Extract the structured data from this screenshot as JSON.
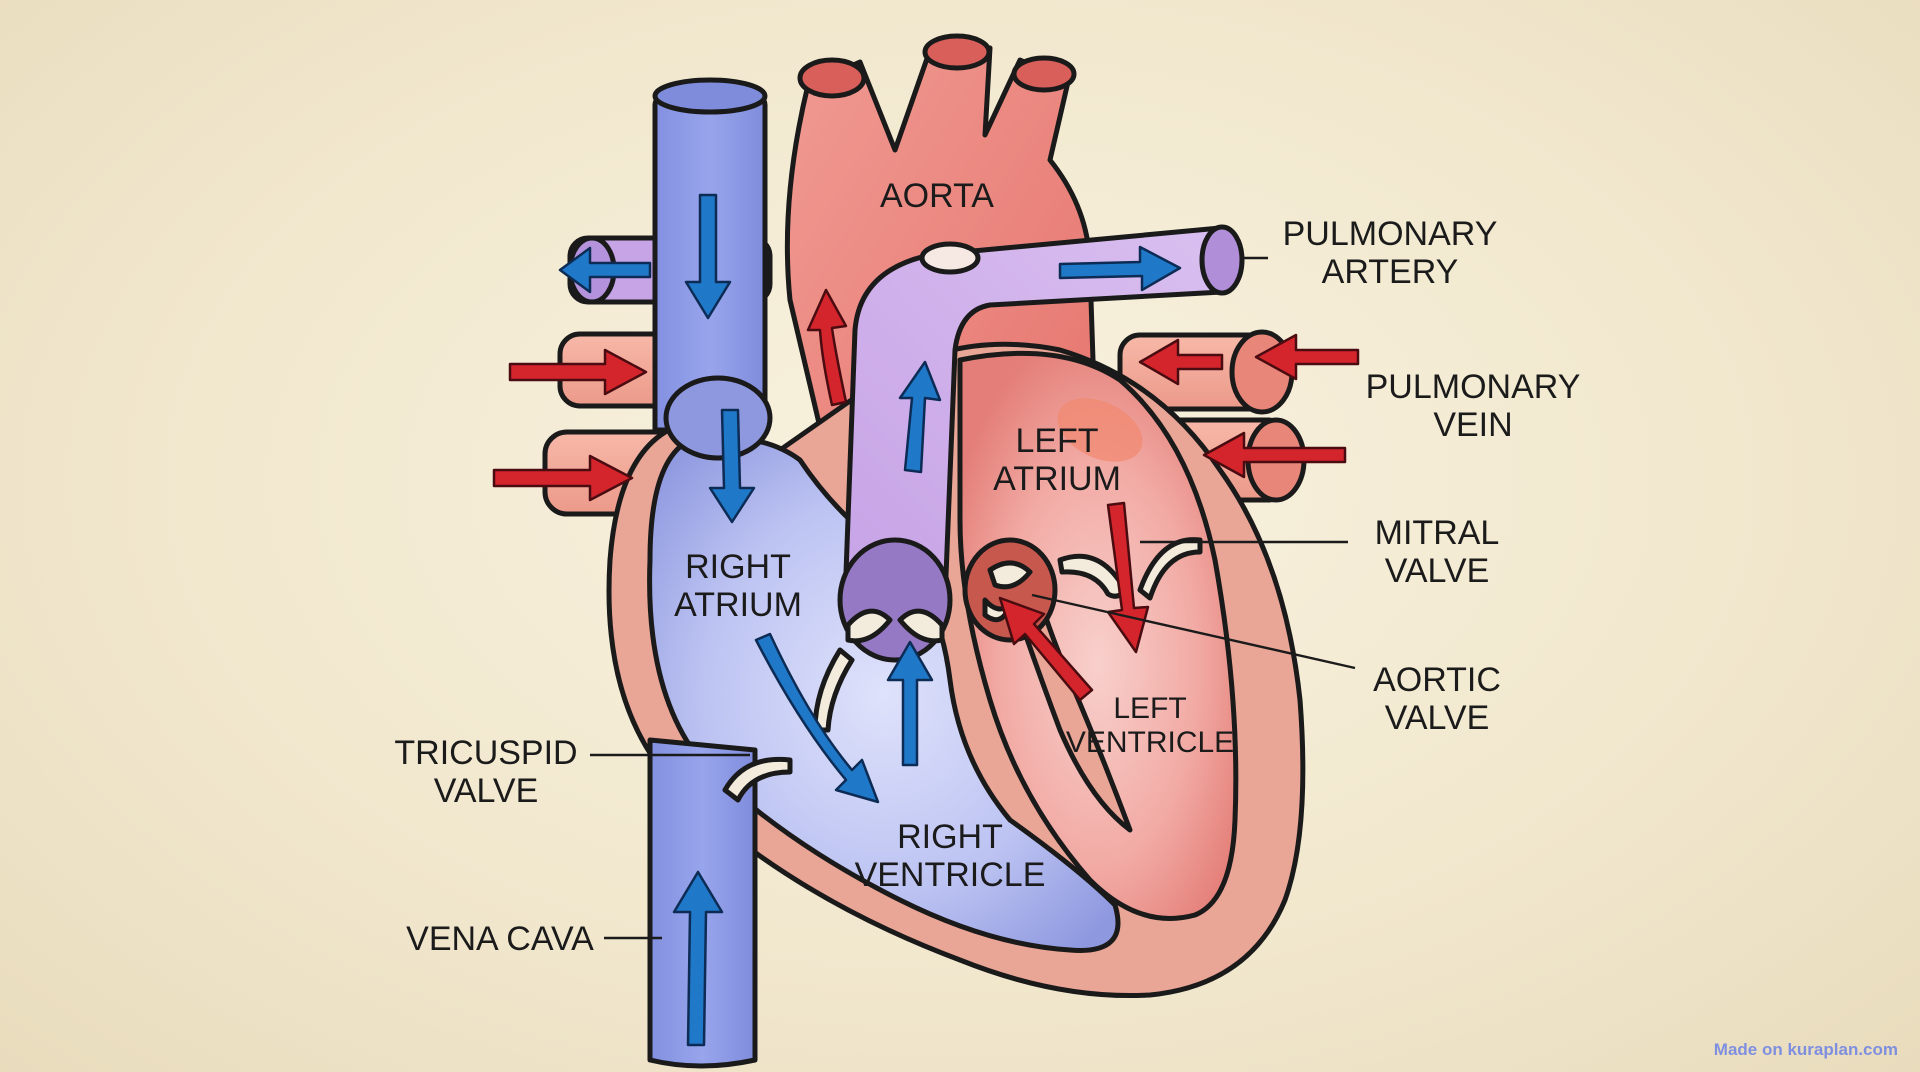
{
  "labels": {
    "aorta": "AORTA",
    "pulmonary_artery": [
      "PULMONARY",
      "ARTERY"
    ],
    "pulmonary_vein": [
      "PULMONARY",
      "VEIN"
    ],
    "left_atrium": [
      "LEFT",
      "ATRIUM"
    ],
    "right_atrium": [
      "RIGHT",
      "ATRIUM"
    ],
    "mitral_valve": [
      "MITRAL",
      "VALVE"
    ],
    "aortic_valve": [
      "AORTIC",
      "VALVE"
    ],
    "left_ventricle": [
      "LEFT",
      "VENTRICLE"
    ],
    "tricuspid_valve": [
      "TRICUSPID",
      "VALVE"
    ],
    "right_ventricle": [
      "RIGHT",
      "VENTRICLE"
    ],
    "vena_cava": "VENA CAVA"
  },
  "credit": "Made on kuraplan.com",
  "colors": {
    "background": "#f3ead3",
    "oxygenated_arrow": "#d4242c",
    "deoxygenated_arrow": "#1f78c8",
    "vena_cava": "#8c9be6",
    "pulmonary_artery": "#caa8e8",
    "aorta": "#ea7f78",
    "heart_wall": "#e9a596"
  }
}
